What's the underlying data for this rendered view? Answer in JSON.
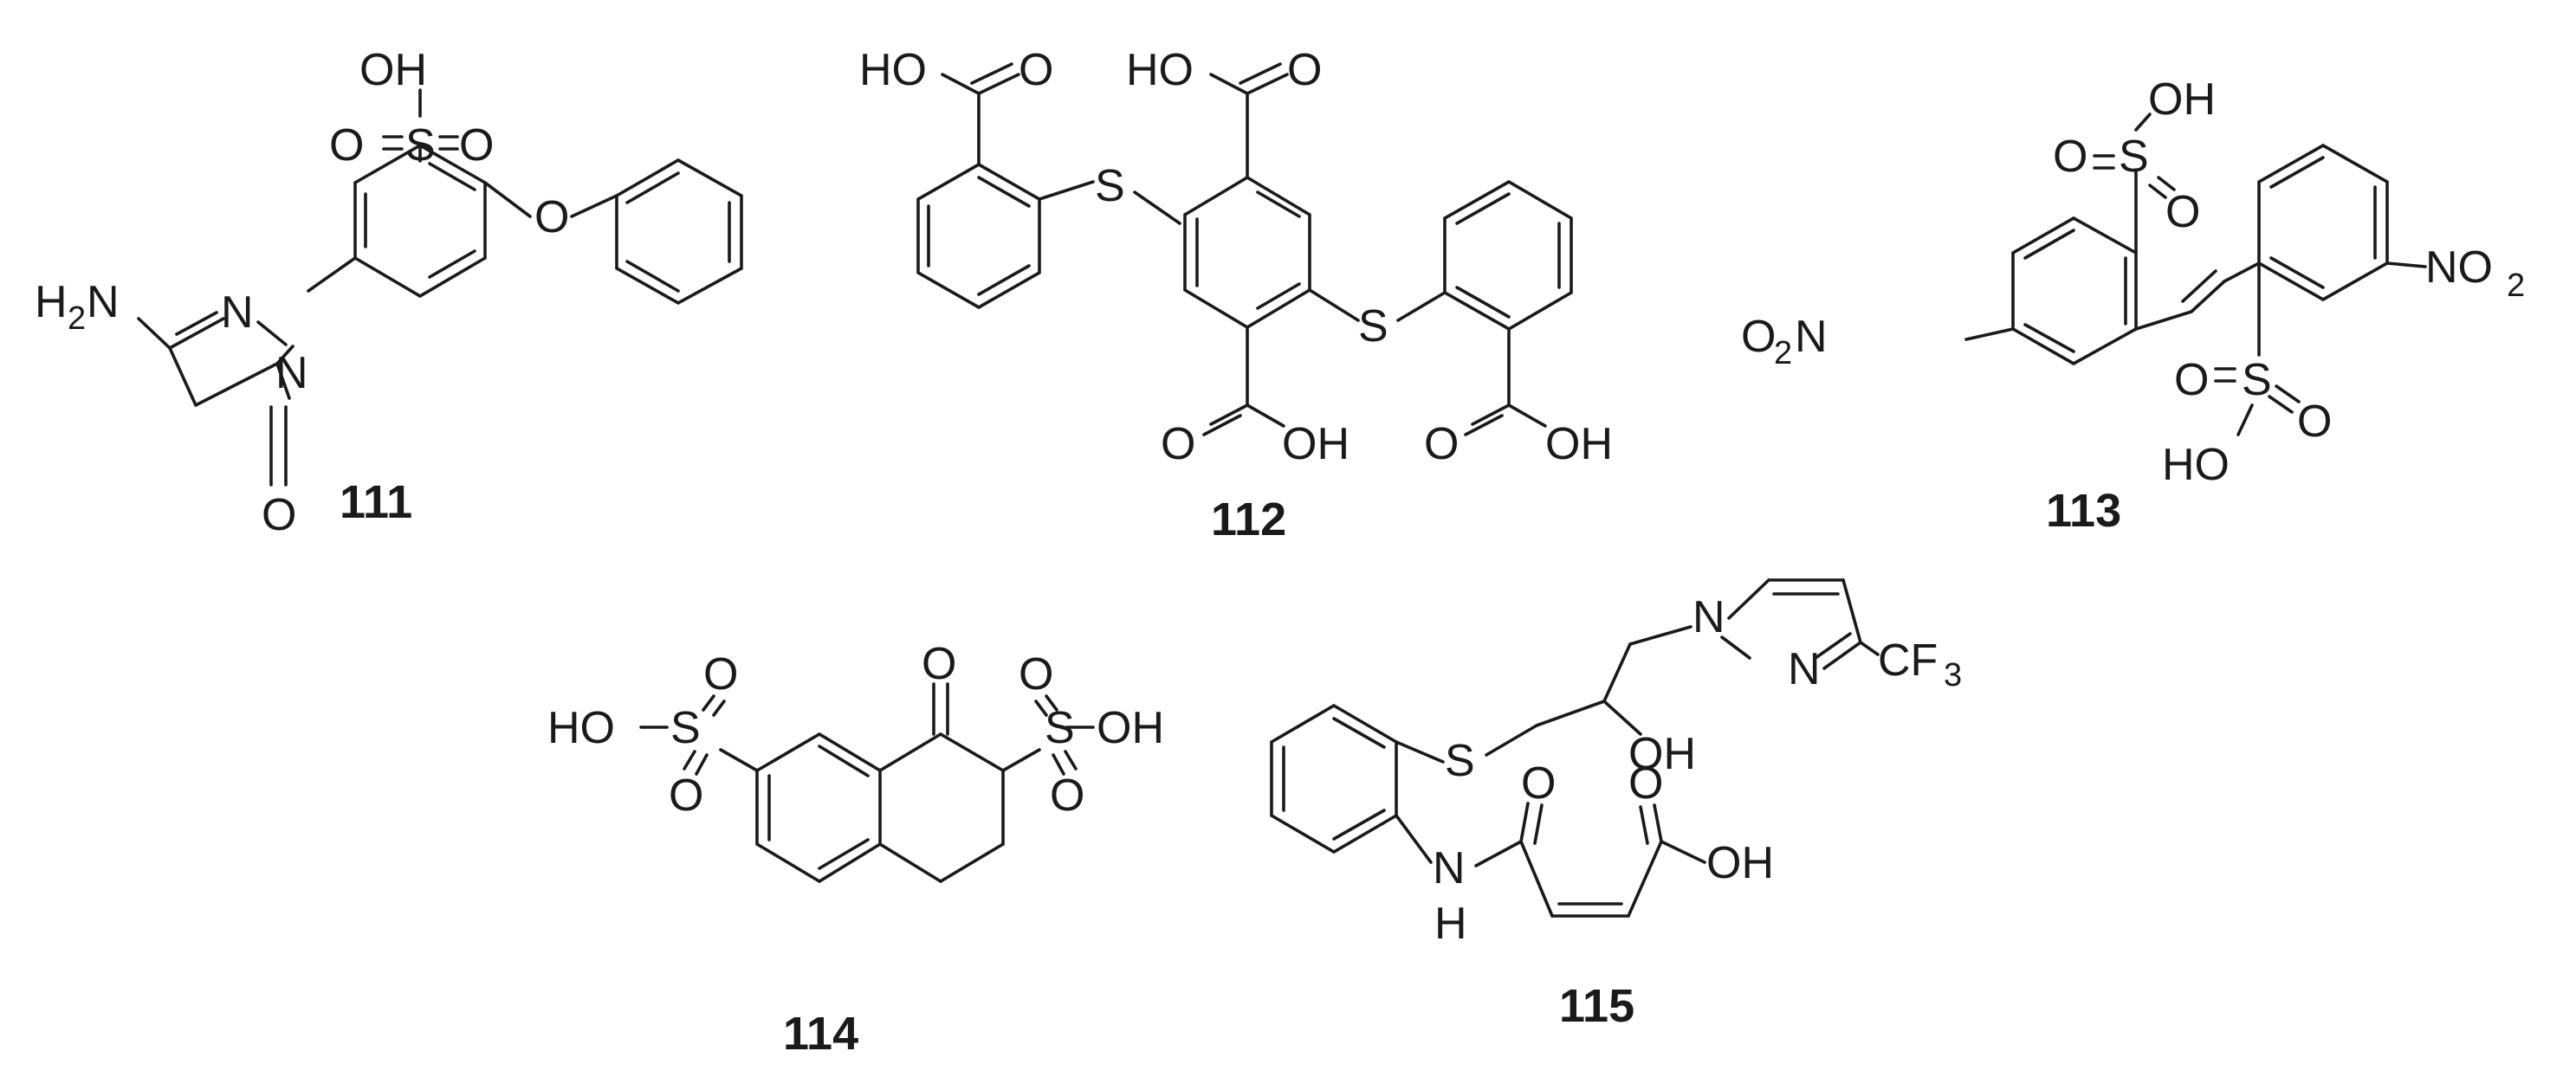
{
  "compounds": [
    {
      "id": "111",
      "label": "111",
      "atoms": [
        "OH",
        "O",
        "S",
        "O",
        "O",
        "H",
        "2",
        "N",
        "N",
        "N",
        "O"
      ]
    },
    {
      "id": "112",
      "label": "112",
      "atoms": [
        "HO",
        "O",
        "HO",
        "O",
        "S",
        "S",
        "O",
        "OH",
        "O",
        "OH"
      ]
    },
    {
      "id": "113",
      "label": "113",
      "atoms": [
        "O",
        "S",
        "OH",
        "O",
        "O",
        "2",
        "N",
        "NO",
        "2",
        "O",
        "S",
        "O",
        "HO"
      ]
    },
    {
      "id": "114",
      "label": "114",
      "atoms": [
        "HO",
        "S",
        "O",
        "O",
        "O",
        "O",
        "S",
        "OH",
        "O"
      ]
    },
    {
      "id": "115",
      "label": "115",
      "atoms": [
        "N",
        "N",
        "CF",
        "3",
        "S",
        "OH",
        "O",
        "O",
        "OH",
        "N",
        "H"
      ]
    }
  ],
  "colors": {
    "ink": "#1a1a1a",
    "background": "#ffffff"
  }
}
